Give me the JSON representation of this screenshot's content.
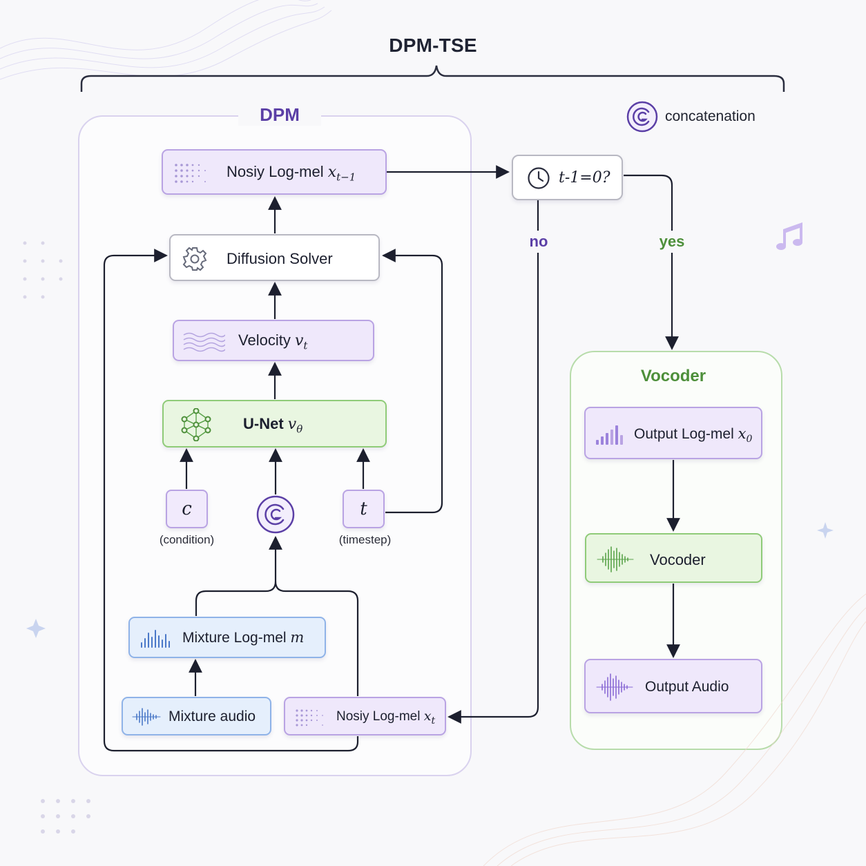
{
  "title": "DPM-TSE",
  "legend": {
    "label": "concatenation",
    "icon": "concatenation-icon"
  },
  "groups": {
    "dpm": "DPM",
    "vocoder": "Vocoder"
  },
  "nodes": {
    "noisy_prev": {
      "text": "Nosiy Log-mel ",
      "math_base": "x",
      "math_sub": "t−1"
    },
    "solver": {
      "text": "Diffusion Solver"
    },
    "velocity": {
      "text": "Velocity ",
      "math_base": "v",
      "math_sub": "t"
    },
    "unet": {
      "text": "U-Net ",
      "math_base": "v",
      "math_sub": "θ"
    },
    "condition": {
      "symbol": "c",
      "caption": "(condition)"
    },
    "timestep": {
      "symbol": "t",
      "caption": "(timestep)"
    },
    "mixture_mel": {
      "text": "Mixture Log-mel ",
      "math_base": "m"
    },
    "mixture_audio": {
      "text": "Mixture audio"
    },
    "noisy_t": {
      "text": "Nosiy Log-mel ",
      "math_base": "x",
      "math_sub": "t"
    },
    "check": {
      "text": "t-1=0?"
    },
    "output_mel": {
      "text": "Output Log-mel ",
      "math_base": "x",
      "math_sub": "0"
    },
    "vocoder": {
      "text": "Vocoder"
    },
    "output_audio": {
      "text": "Output Audio"
    }
  },
  "branches": {
    "no": "no",
    "yes": "yes"
  },
  "colors": {
    "purple": "#5b3fa6",
    "green": "#4d8f3a",
    "blue": "#4a78c8",
    "arrow": "#1c1f2e"
  }
}
